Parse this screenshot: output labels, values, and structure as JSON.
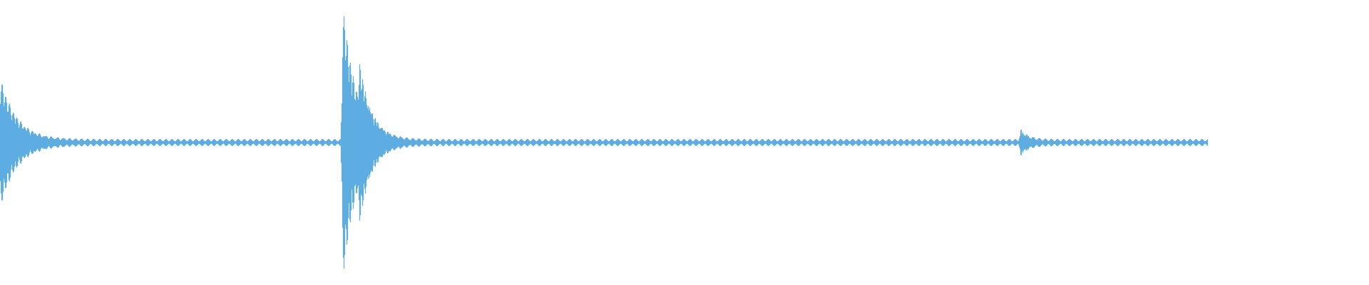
{
  "waveform": {
    "color": "#5dade2",
    "background": "#ffffff",
    "duration": 1.0,
    "audio_end": 0.882,
    "peak": 1.0,
    "base_amplitude": 0.025,
    "pulse_period": 0.0044,
    "bursts": [
      {
        "time": 0.0,
        "amplitude": 0.45,
        "decay": 0.012,
        "cycles": 40
      },
      {
        "time": 0.25,
        "amplitude": 1.0,
        "decay": 0.01,
        "cycles": 55
      },
      {
        "time": 0.262,
        "amplitude": 0.3,
        "decay": 0.008,
        "cycles": 30
      },
      {
        "time": 0.745,
        "amplitude": 0.08,
        "decay": 0.006,
        "cycles": 25
      }
    ]
  }
}
